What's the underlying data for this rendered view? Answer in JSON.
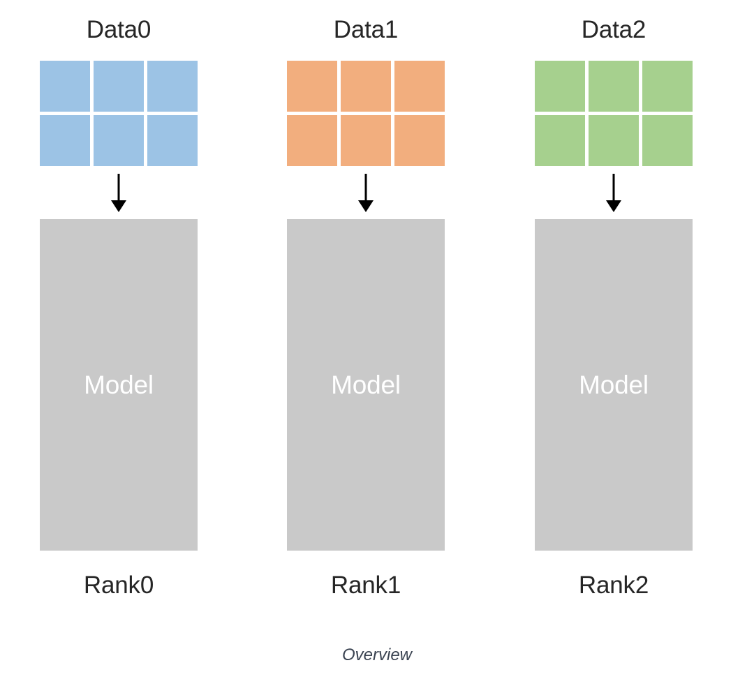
{
  "figure": {
    "caption": "Overview",
    "background_color": "#ffffff",
    "text_color": "#262626",
    "caption_color": "#3b4452"
  },
  "colors": {
    "data0": "#9cc3e5",
    "data1": "#f2ae7e",
    "data2": "#a6d08e",
    "model": "#c9c9c9",
    "model_label": "#ffffff",
    "arrow": "#000000",
    "cell_gap": "#ffffff"
  },
  "columns": [
    {
      "data_label": "Data0",
      "model_label": "Model",
      "rank_label": "Rank0",
      "shard_color": "#9cc3e5",
      "shard_count": 6,
      "grid": {
        "cols": 3,
        "rows": 2
      },
      "arrow": "down-arrow-icon"
    },
    {
      "data_label": "Data1",
      "model_label": "Model",
      "rank_label": "Rank1",
      "shard_color": "#f2ae7e",
      "shard_count": 6,
      "grid": {
        "cols": 3,
        "rows": 2
      },
      "arrow": "down-arrow-icon"
    },
    {
      "data_label": "Data2",
      "model_label": "Model",
      "rank_label": "Rank2",
      "shard_color": "#a6d08e",
      "shard_count": 6,
      "grid": {
        "cols": 3,
        "rows": 2
      },
      "arrow": "down-arrow-icon"
    }
  ]
}
